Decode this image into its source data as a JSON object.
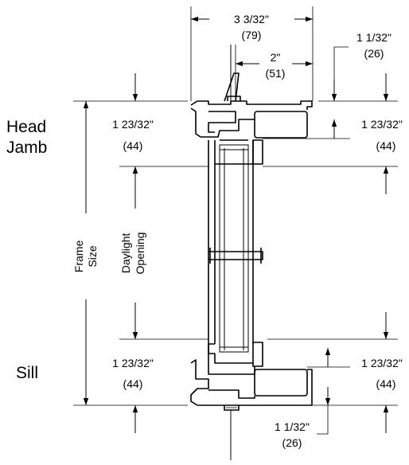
{
  "section_labels": {
    "head_jamb": [
      "Head",
      "Jamb"
    ],
    "sill": "Sill"
  },
  "vertical_labels": {
    "frame_size": [
      "Frame",
      "Size"
    ],
    "daylight_opening": [
      "Daylight",
      "Opening"
    ]
  },
  "dimensions": {
    "overall_depth": {
      "fraction": "3 3/32\"",
      "mm": "(79)"
    },
    "sash_depth": {
      "fraction": "2\"",
      "mm": "(51)"
    },
    "head_setback": {
      "fraction": "1 1/32\"",
      "mm": "(26)"
    },
    "head_left": {
      "fraction": "1 23/32\"",
      "mm": "(44)"
    },
    "head_right": {
      "fraction": "1 23/32\"",
      "mm": "(44)"
    },
    "sill_left": {
      "fraction": "1 23/32\"",
      "mm": "(44)"
    },
    "sill_right": {
      "fraction": "1 23/32\"",
      "mm": "(44)"
    },
    "sill_setback": {
      "fraction": "1 1/32\"",
      "mm": "(26)"
    }
  }
}
